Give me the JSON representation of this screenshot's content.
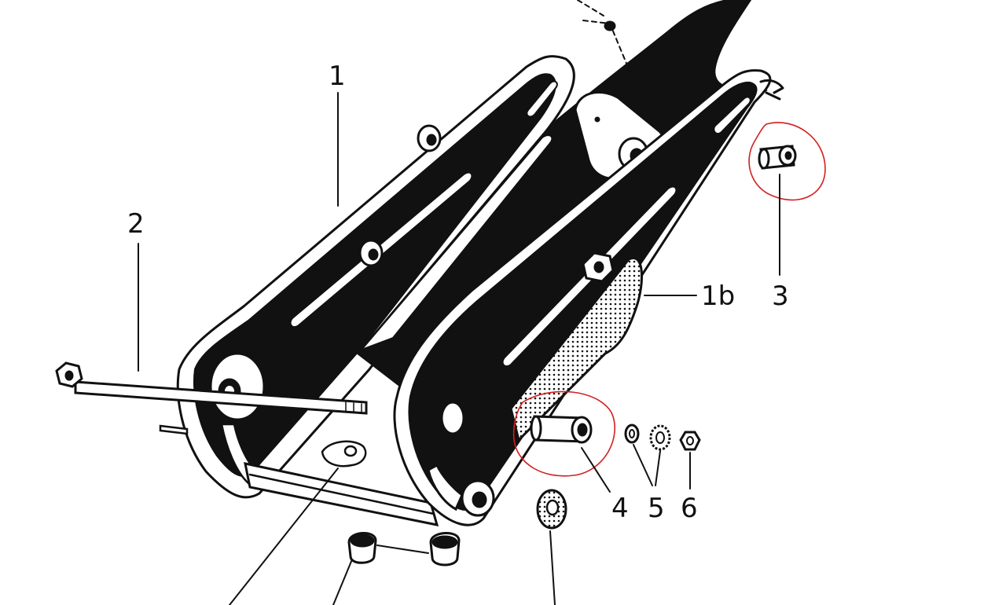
{
  "diagram": {
    "callouts": [
      {
        "id": "1",
        "label": "1"
      },
      {
        "id": "1b",
        "label": "1b"
      },
      {
        "id": "2",
        "label": "2"
      },
      {
        "id": "3",
        "label": "3"
      },
      {
        "id": "4",
        "label": "4"
      },
      {
        "id": "5",
        "label": "5"
      },
      {
        "id": "6",
        "label": "6"
      }
    ],
    "highlight_color": "#d21f1f",
    "ink_color": "#111111"
  }
}
